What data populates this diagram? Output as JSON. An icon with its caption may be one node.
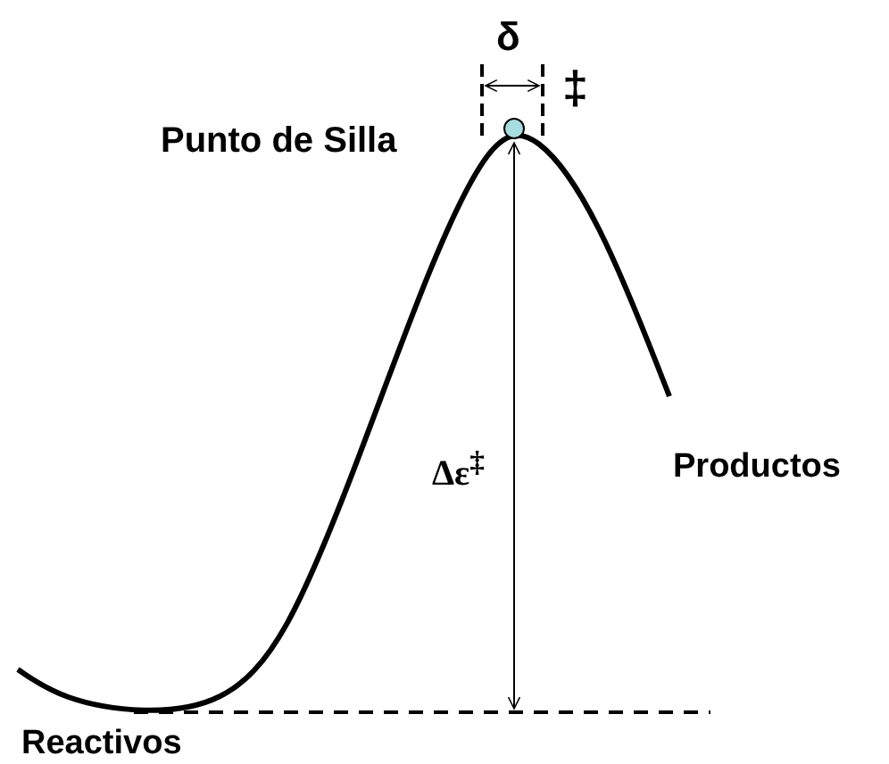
{
  "diagram": {
    "labels": [
      "δ",
      "Punto de Silla",
      "‡",
      "Δε$^{‡}$",
      "Productos",
      "Reactivos"
    ]
  }
}
